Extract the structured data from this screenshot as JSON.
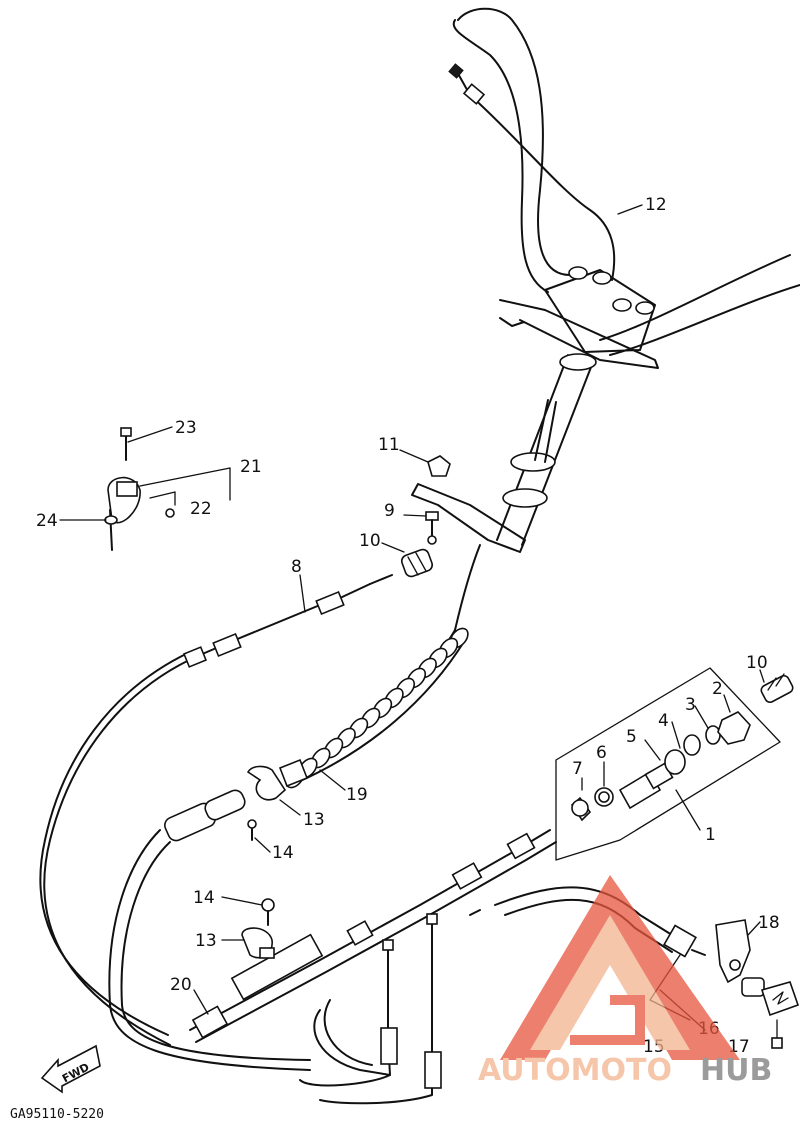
{
  "callouts": {
    "c1": "1",
    "c2": "2",
    "c3": "3",
    "c4": "4",
    "c5": "5",
    "c6": "6",
    "c7": "7",
    "c8": "8",
    "c9": "9",
    "c10a": "10",
    "c10b": "10",
    "c11": "11",
    "c12": "12",
    "c13a": "13",
    "c13b": "13",
    "c14a": "14",
    "c14b": "14",
    "c15": "15",
    "c16": "16",
    "c17": "17",
    "c18": "18",
    "c19": "19",
    "c20": "20",
    "c21": "21",
    "c22": "22",
    "c23": "23",
    "c24": "24"
  },
  "direction_label": "FWD",
  "drawing_code": "GA95110-5220",
  "watermark": {
    "part1": "AUTOMOTO",
    "part2": "HUB",
    "color_primary": "#e8553e",
    "color_secondary": "#f2b38e",
    "color_tertiary": "#7a7a7a"
  }
}
